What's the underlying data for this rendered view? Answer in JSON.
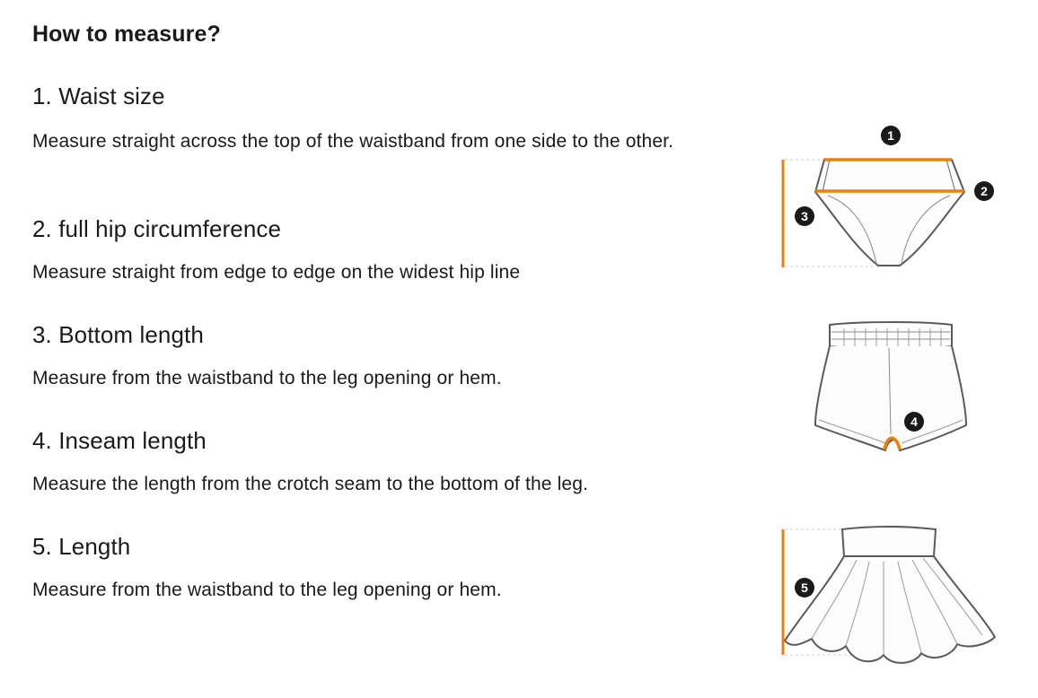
{
  "page": {
    "title": "How to measure?"
  },
  "sections": [
    {
      "heading": "1. Waist size",
      "text": "Measure straight across the top of the waistband from one side to the other."
    },
    {
      "heading": "2. full hip circumference",
      "text": "Measure straight from edge to edge on the widest hip line"
    },
    {
      "heading": "3. Bottom length",
      "text": "Measure from the waistband to the leg opening or hem."
    },
    {
      "heading": "4. Inseam length",
      "text": "Measure the length from the crotch seam to the bottom of the leg."
    },
    {
      "heading": "5. Length",
      "text": "Measure from the waistband to the leg opening or hem."
    }
  ],
  "figures": {
    "brief_markers": [
      "1",
      "2",
      "3"
    ],
    "shorts_markers": [
      "4"
    ],
    "skirt_markers": [
      "5"
    ]
  },
  "colors": {
    "accent": "#e8820c",
    "outline": "#5a5a5a",
    "badge": "#1a1a1a"
  },
  "icons": [
    "brief-diagram-icon",
    "shorts-diagram-icon",
    "skirt-diagram-icon"
  ]
}
